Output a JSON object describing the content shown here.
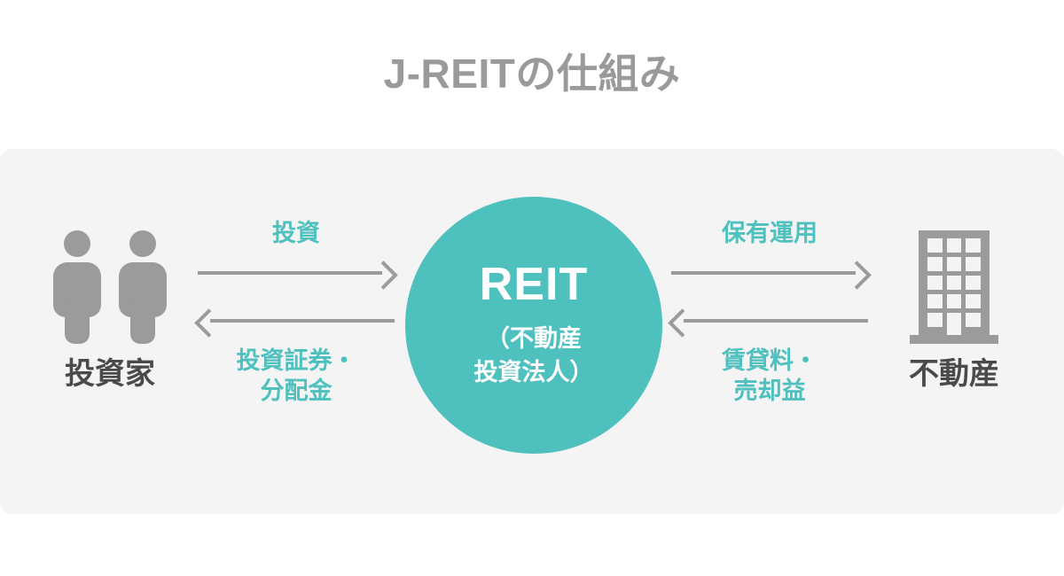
{
  "diagram": {
    "title": "J-REITの仕組み",
    "accent_color": "#4ec0be",
    "icon_color": "#9b9b9b",
    "label_color": "#4a4a4a",
    "panel_color": "#f4f4f4",
    "center": {
      "name": "REIT",
      "subtitle": "（不動産\n投資法人）"
    },
    "nodes": {
      "left": {
        "label": "投資家",
        "icon": "two-people-icon"
      },
      "right": {
        "label": "不動産",
        "icon": "building-icon"
      }
    },
    "flows": {
      "left": {
        "outbound_label": "投資",
        "inbound_label": "投資証券・\n分配金"
      },
      "right": {
        "outbound_label": "保有運用",
        "inbound_label": "賃貸料・\n売却益"
      }
    }
  }
}
